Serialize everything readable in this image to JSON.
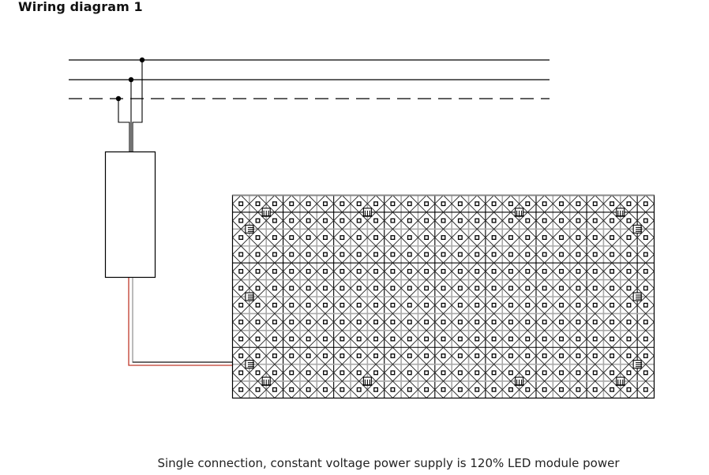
{
  "title": "Wiring diagram 1",
  "caption": "Single connection, constant voltage power supply is 120% LED module power",
  "diagram": {
    "supply_lines": [
      {
        "id": "line-1",
        "style": "solid"
      },
      {
        "id": "line-2",
        "style": "solid"
      },
      {
        "id": "line-3",
        "style": "dashed"
      }
    ],
    "power_supply": {
      "label": ""
    },
    "led_panel": {
      "columns": 25,
      "rows": 12,
      "module_col_groups": 3,
      "module_row_breaks": [
        1,
        4,
        9
      ]
    },
    "connectors": [
      {
        "type": "power-in",
        "col": 1,
        "row": 2
      },
      {
        "type": "power-in",
        "col": 24,
        "row": 2
      },
      {
        "type": "power-in",
        "col": 1,
        "row": 6
      },
      {
        "type": "power-in",
        "col": 24,
        "row": 6
      },
      {
        "type": "power-in",
        "col": 1,
        "row": 10
      },
      {
        "type": "power-in",
        "col": 24,
        "row": 10
      },
      {
        "type": "power-out",
        "col": 2,
        "row": 1
      },
      {
        "type": "power-out",
        "col": 8,
        "row": 1
      },
      {
        "type": "power-out",
        "col": 17,
        "row": 1
      },
      {
        "type": "power-out",
        "col": 23,
        "row": 1
      },
      {
        "type": "power-out",
        "col": 2,
        "row": 11
      },
      {
        "type": "power-out",
        "col": 8,
        "row": 11
      },
      {
        "type": "power-out",
        "col": 17,
        "row": 11
      },
      {
        "type": "power-out",
        "col": 23,
        "row": 11
      }
    ],
    "colors": {
      "line": "#000000",
      "grid_minor": "#999999",
      "wire_positive": "#c0392b",
      "wire_negative": "#aaaaaa"
    }
  }
}
